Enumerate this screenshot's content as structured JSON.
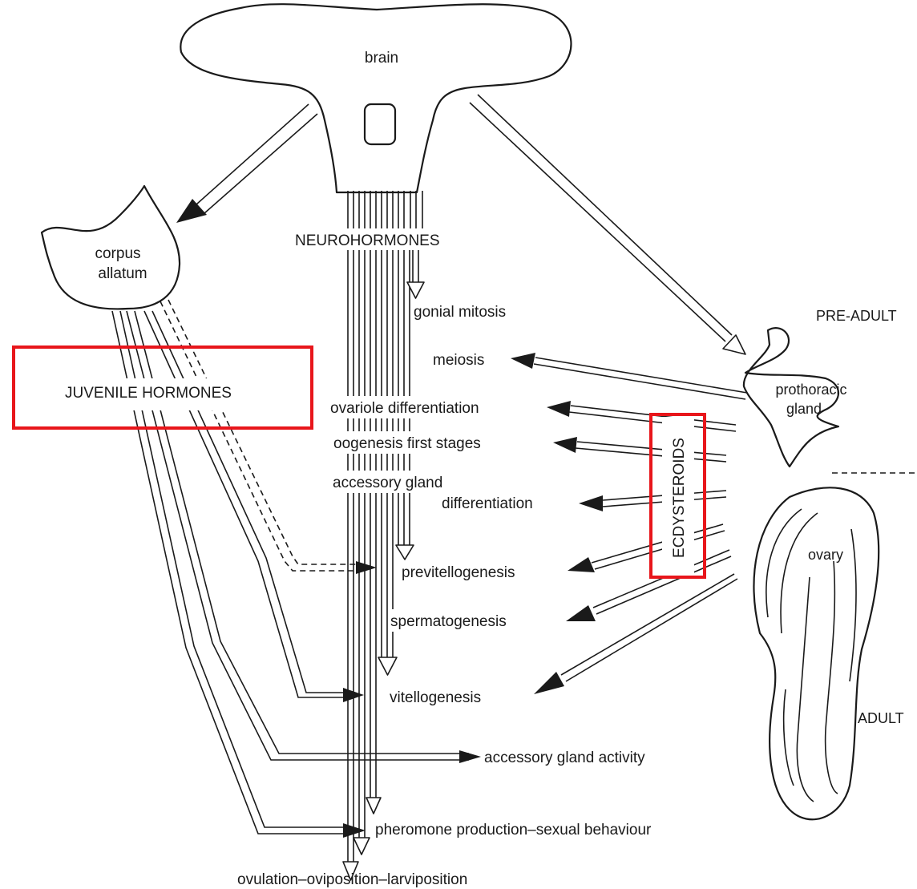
{
  "organs": {
    "brain": "brain",
    "corpus_allatum": [
      "corpus",
      "allatum"
    ],
    "prothoracic_gland": [
      "prothoracic",
      "gland"
    ],
    "ovary": "ovary"
  },
  "hormones": {
    "neurohormones": "NEUROHORMONES",
    "juvenile_hormones": "JUVENILE HORMONES",
    "ecdysteroids": "ECDYSTEROIDS"
  },
  "stages": {
    "pre_adult": "PRE-ADULT",
    "adult": "ADULT"
  },
  "processes": {
    "gonial_mitosis": "gonial mitosis",
    "meiosis": "meiosis",
    "ovariole_differentiation": "ovariole differentiation",
    "oogenesis_first_stages": "oogenesis first stages",
    "accessory_gland_line1": "accessory gland",
    "accessory_gland_line2": "differentiation",
    "previtellogenesis": "previtellogenesis",
    "spermatogenesis": "spermatogenesis",
    "vitellogenesis": "vitellogenesis",
    "accessory_gland_activity": "accessory gland activity",
    "pheromone_production": "pheromone production–sexual behaviour",
    "ovulation": "ovulation–oviposition–larviposition"
  },
  "highlight_color": "#e8161b"
}
